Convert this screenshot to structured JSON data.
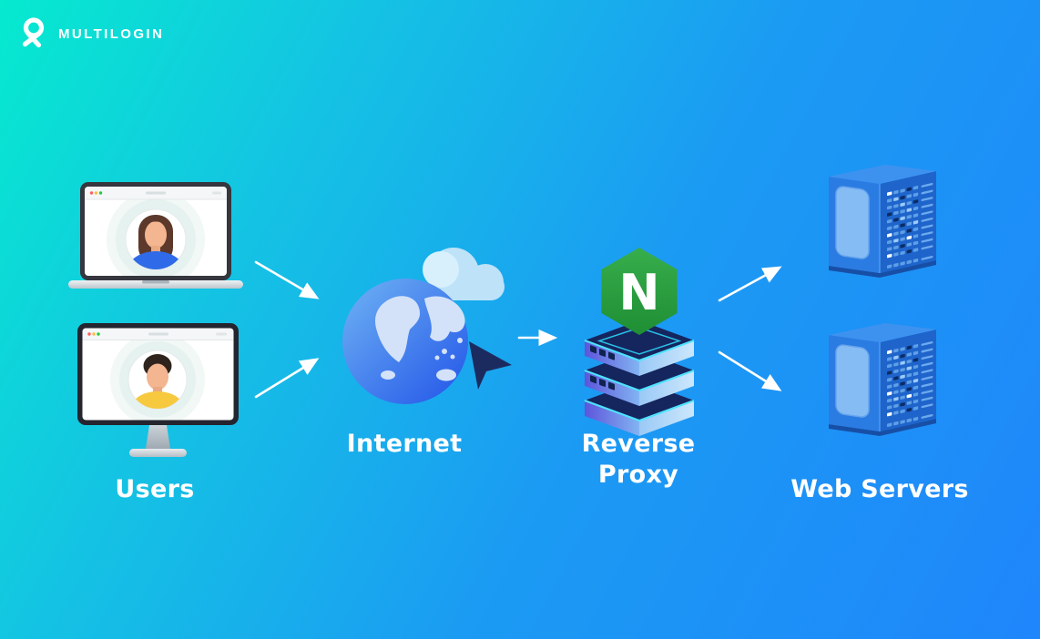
{
  "brand": {
    "name": "MULTILOGIN"
  },
  "labels": {
    "users": "Users",
    "internet": "Internet",
    "reverse_proxy_line1": "Reverse",
    "reverse_proxy_line2": "Proxy",
    "web_servers": "Web Servers"
  },
  "nginx": {
    "letter": "N"
  },
  "flows": [
    {
      "from": "user-laptop",
      "to": "internet"
    },
    {
      "from": "user-desktop",
      "to": "internet"
    },
    {
      "from": "internet",
      "to": "reverse-proxy"
    },
    {
      "from": "reverse-proxy",
      "to": "web-server-1"
    },
    {
      "from": "reverse-proxy",
      "to": "web-server-2"
    }
  ],
  "icons": [
    "multilogin-ribbon-icon",
    "laptop-with-woman-avatar",
    "monitor-with-man-avatar",
    "cloud-icon",
    "globe-icon",
    "cursor-icon",
    "nginx-hexagon-icon",
    "server-stack-icon",
    "web-server-tower-icon",
    "arrow-icon"
  ],
  "colors": {
    "background_teal": "#06EACF",
    "background_blue": "#1F86FB",
    "text": "#FFFFFF",
    "arrows": "#FFFFFF",
    "nginx_green": "#2AA23F",
    "server_blue": "#2B7CE2",
    "globe_blue": "#2F6FEA",
    "cloud_blue": "#BEE3F8"
  }
}
